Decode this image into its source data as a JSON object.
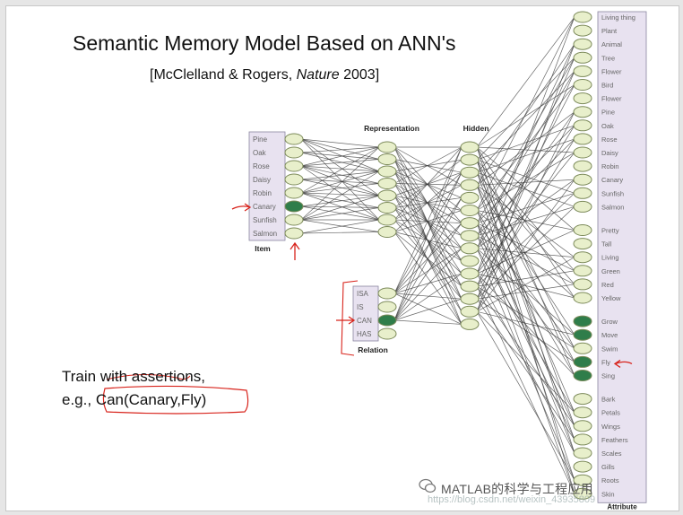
{
  "slide": {
    "title": "Semantic Memory Model Based on ANN's",
    "citation_open": "[McClelland & Rogers, ",
    "citation_journal": "Nature",
    "citation_close": " 2003]",
    "train_line1": "Train with assertions,",
    "train_line2_prefix": "e.g., ",
    "train_line2_example": "Can(Canary,Fly)"
  },
  "diagram": {
    "item_label": "Item",
    "relation_label": "Relation",
    "representation_label": "Representation",
    "hidden_label": "Hidden",
    "attribute_label": "Attribute",
    "items": [
      "Pine",
      "Oak",
      "Rose",
      "Daisy",
      "Robin",
      "Canary",
      "Sunfish",
      "Salmon"
    ],
    "active_item": "Canary",
    "relations": [
      "ISA",
      "IS",
      "CAN",
      "HAS"
    ],
    "active_relation": "CAN",
    "attribute_groups": [
      [
        "Living thing",
        "Plant",
        "Animal",
        "Tree",
        "Flower",
        "Bird",
        "Flower",
        "Pine",
        "Oak",
        "Rose",
        "Daisy",
        "Robin",
        "Canary",
        "Sunfish",
        "Salmon"
      ],
      [
        "Pretty",
        "Tall",
        "Living",
        "Green",
        "Red",
        "Yellow"
      ],
      [
        "Grow",
        "Move",
        "Swim",
        "Fly",
        "Sing"
      ],
      [
        "Bark",
        "Petals",
        "Wings",
        "Feathers",
        "Scales",
        "Gills",
        "Roots",
        "Skin"
      ]
    ],
    "active_attributes": [
      "Grow",
      "Move",
      "Fly",
      "Sing"
    ],
    "colors": {
      "node_fill": "#e8efcb",
      "node_stroke": "#7c8a5a",
      "active_fill": "#2f7d4a",
      "panel_fill": "#e8e2f0",
      "panel_stroke": "#8a86a0",
      "link": "#333333",
      "annotation": "#d8241c"
    }
  },
  "watermark": {
    "brand": "MATLAB的科学与工程应用",
    "url": "https://blog.csdn.net/weixin_43935809"
  }
}
